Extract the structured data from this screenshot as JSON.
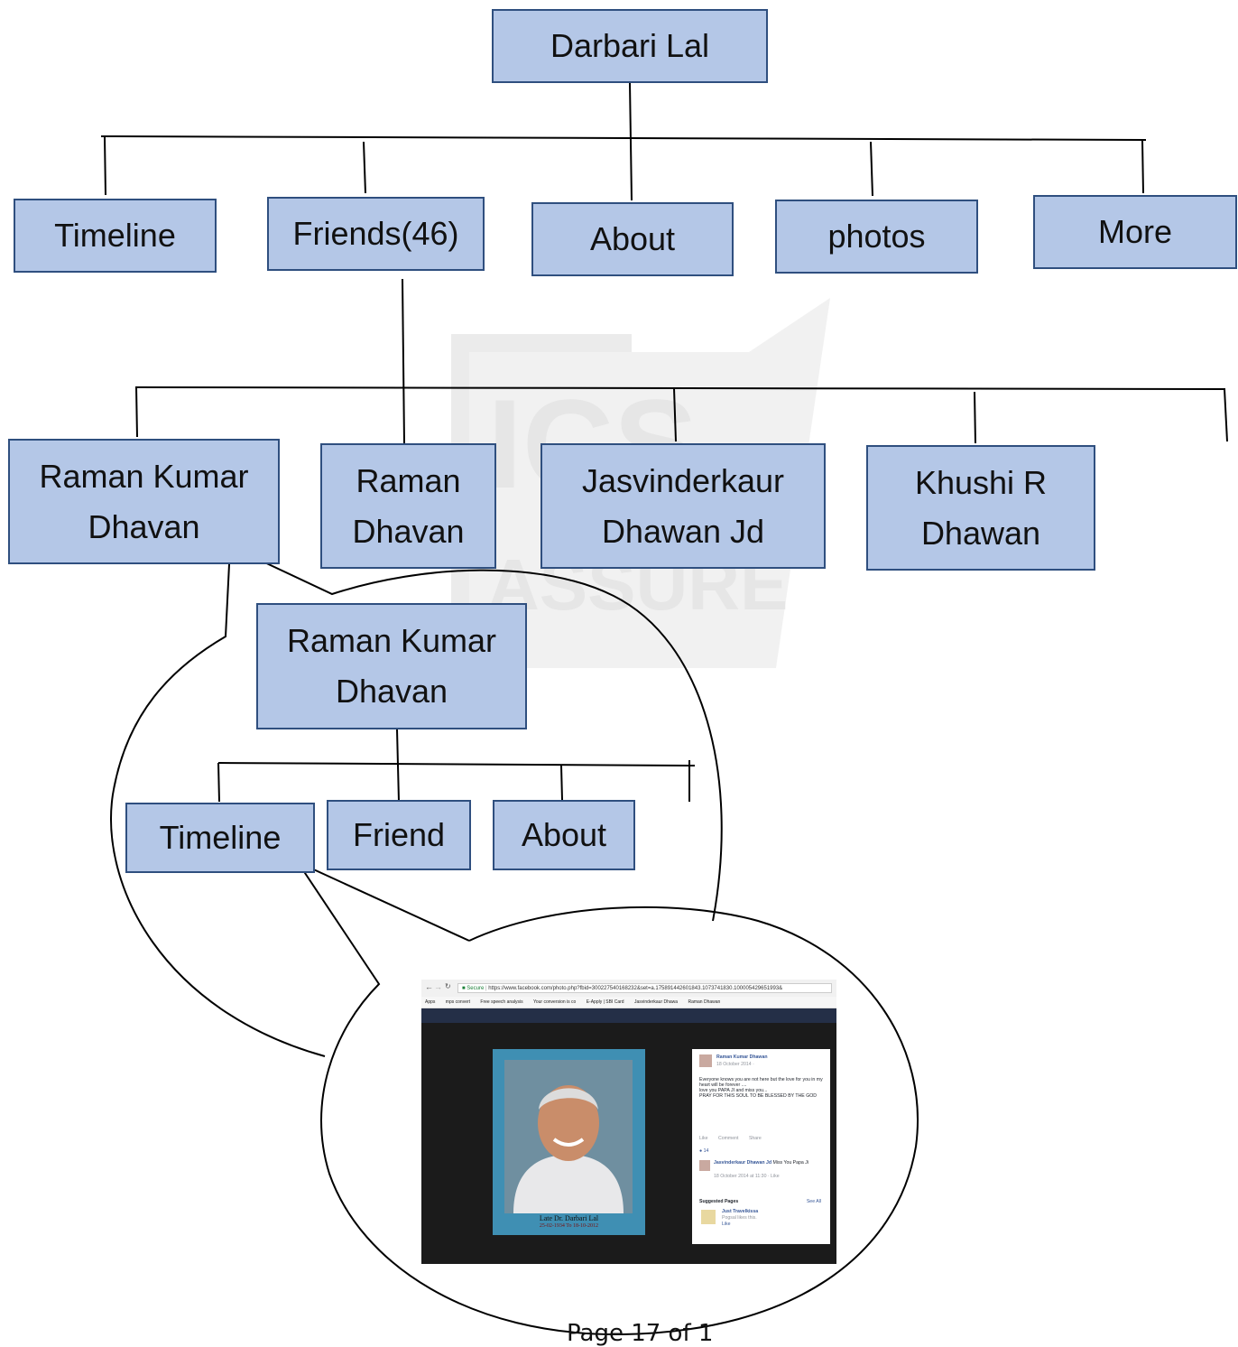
{
  "root": {
    "label": "Darbari Lal"
  },
  "level1": [
    "Timeline",
    "Friends(46)",
    "About",
    "photos",
    "More"
  ],
  "friends": [
    "Raman Kumar\nDhavan",
    "Raman\nDhavan",
    "Jasvinderkaur\nDhawan Jd",
    "Khushi R\nDhawan"
  ],
  "callout1": {
    "label": "Raman Kumar\nDhavan",
    "children": [
      "Timeline",
      "Friend",
      "About"
    ]
  },
  "screenshot": {
    "url_secure": "Secure",
    "url": "https://www.facebook.com/photo.php?fbid=300227540168232&set=a.175891442601843.1073741830.100005429651993&",
    "bookmarks": [
      "Apps",
      "mps convert",
      "Free speech analysis",
      "Your conversion is co",
      "E-Apply | SBI Card",
      "Jasvinderkaur Dhawa",
      "Raman Dhawan"
    ],
    "photo_caption": "Late Dr. Darbari Lal",
    "photo_dates": "25-02-1934 To 18-10-2012",
    "post": {
      "author": "Raman Kumar Dhawan",
      "date": "18 October 2014 ·",
      "text": "Everyone knows you are not here but the love for you in my heart will be forever ....\nlove you PAPA JI and miss you...\nPRAY FOR THIS SOUL TO BE BLESSED BY THE GOD",
      "actions": [
        "Like",
        "Comment",
        "Share"
      ],
      "likes": "14",
      "comment_author": "Jasvinderkaur Dhawan Jd",
      "comment_text": "Miss You Papa Ji",
      "comment_meta": "18 October 2014 at 11:30 · Like",
      "suggested_title": "Suggested Pages",
      "see_all": "See All",
      "suggested_page": "Just Travelkissa",
      "suggested_meta": "Pogsal likes this.",
      "suggested_like": "Like"
    }
  },
  "footer": "Page 17 of 1"
}
